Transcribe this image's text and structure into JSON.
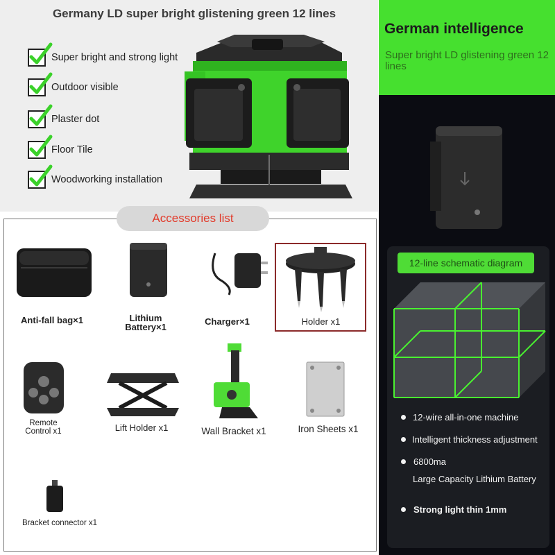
{
  "heading": "Germany LD super bright glistening green 12 lines",
  "features": [
    "Super bright and strong light",
    "Outdoor visible",
    "Plaster dot",
    "Floor Tile",
    "Woodworking installation"
  ],
  "accessories_title": "Accessories list",
  "accessories": {
    "bag": "Anti-fall bag×1",
    "battery_line1": "Lithium",
    "battery_line2": "Battery×1",
    "charger": "Charger×1",
    "holder": "Holder x1",
    "remote_line1": "Remote",
    "remote_line2": "Control x1",
    "lift": "Lift Holder x1",
    "wall": "Wall Bracket x1",
    "iron": "Iron Sheets x1",
    "connector": "Bracket connector x1"
  },
  "right": {
    "title": "German intelligence",
    "subtitle": "Super bright LD glistening green 12 lines",
    "diagram_title": "12-line schematic diagram",
    "specs": [
      "12-wire all-in-one machine",
      "Intelligent thickness adjustment",
      "6800ma",
      "Large Capacity Lithium Battery",
      "Strong light thin 1mm"
    ]
  },
  "colors": {
    "accent_green": "#46e02f",
    "accessories_red": "#e23a2a",
    "dark_panel": "#0b0c12"
  }
}
